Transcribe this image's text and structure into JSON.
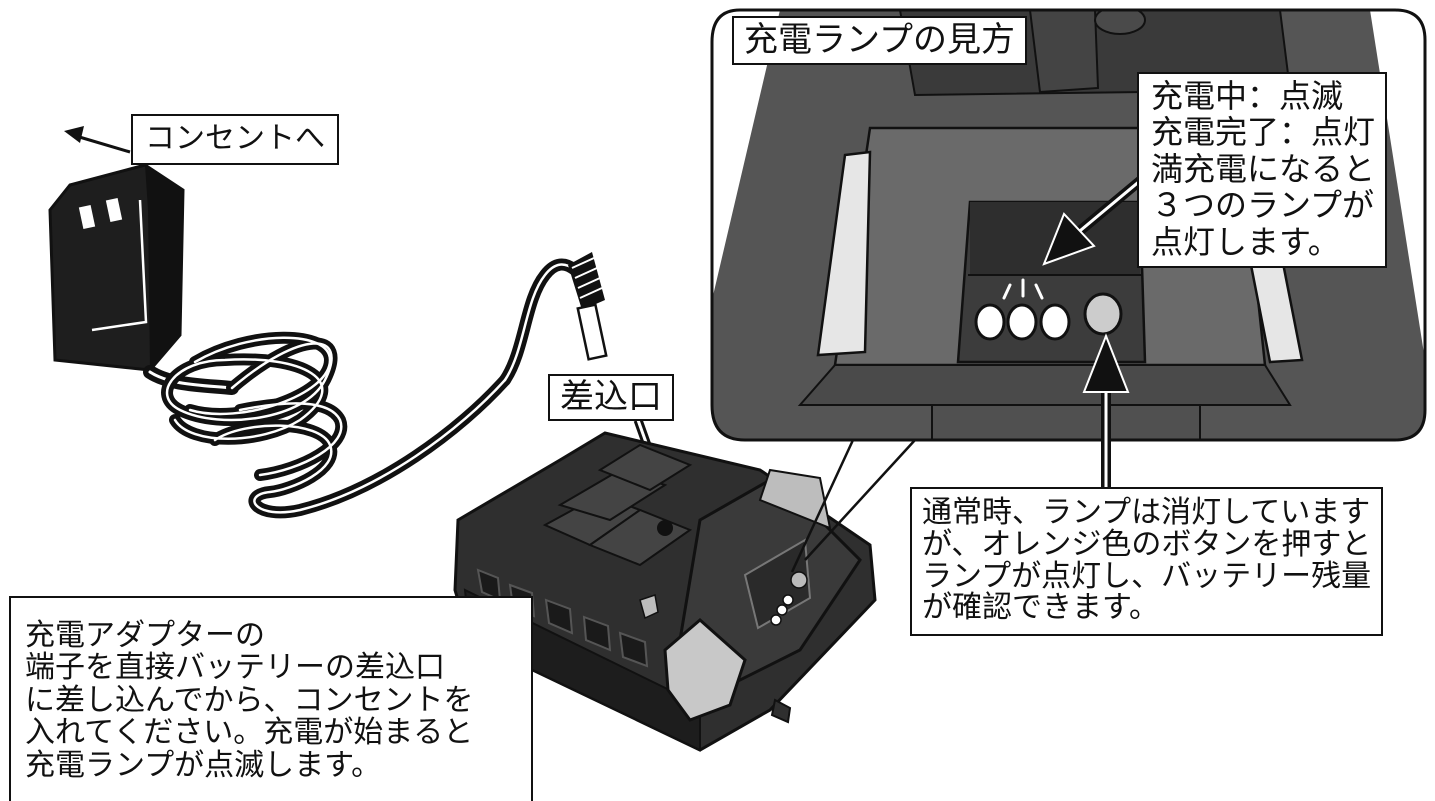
{
  "labels": {
    "outlet": "コンセントへ",
    "inlet": "差込口",
    "inset_title": "充電ランプの見方"
  },
  "lamp_status": {
    "lines": [
      "充電中：点滅",
      "充電完了：点灯",
      "満充電になると",
      "３つのランプが",
      "点灯します。"
    ]
  },
  "normal_note": {
    "lines": [
      "通常時、ランプは消灯しています",
      "が、オレンジ色のボタンを押すと",
      "ランプが点灯し、バッテリー残量",
      "が確認できます。"
    ]
  },
  "instructions": {
    "lines": [
      "充電アダプターの",
      "端子を直接バッテリーの差込口",
      "に差し込んでから、コンセントを",
      "入れてください。充電が始まると",
      "充電ランプが点滅します。"
    ]
  },
  "colors": {
    "outline": "#111111",
    "adapter_body": "#1e1e1e",
    "battery_body": "#2f2f2f",
    "charger_dark": "#3a3a3a",
    "charger_mid": "#555555",
    "charger_light": "#7a7a7a",
    "side_rail": "#e6e6e6",
    "lamp": "#ffffff",
    "button": "#cccccc"
  },
  "icons": [
    "arrow-icon",
    "power-adapter-icon",
    "battery-icon",
    "charger-lamp-icon",
    "blink-rays-icon"
  ]
}
